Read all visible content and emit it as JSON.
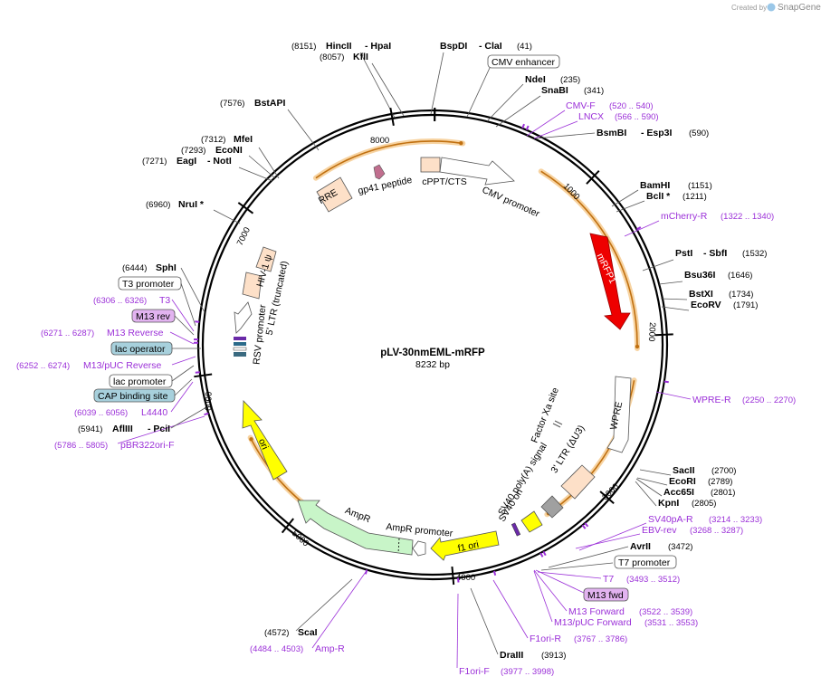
{
  "branding": {
    "created_by": "Created by",
    "app": "SnapGene"
  },
  "plasmid": {
    "name": "pLV-30nmEML-mRFP",
    "size": "8232 bp"
  },
  "ticks": [
    "1000",
    "2000",
    "3000",
    "4000",
    "5000",
    "6000",
    "7000",
    "8000"
  ],
  "features": {
    "rre": "RRE",
    "gp41": "gp41 peptide",
    "cppt": "cPPT/CTS",
    "cmv_promoter": "CMV promoter",
    "mrfp1": "mRFP1",
    "wpre": "WPRE",
    "factor_xa": "Factor Xa site",
    "ltr3": "3' LTR (ΔU3)",
    "sv40_polya": "SV40 poly(A) signal",
    "sv40_ori": "SV40 ori",
    "f1_ori": "f1 ori",
    "ampr_promoter": "AmpR promoter",
    "ampr": "AmpR",
    "ori": "ori",
    "rsv_promoter": "RSV promoter",
    "ltr5": "5' LTR (truncated)",
    "hiv_psi": "HIV-1 ψ"
  },
  "labels": {
    "hincii": {
      "name": "HincII",
      "pos": "(8151)"
    },
    "hpai": {
      "name": "- HpaI"
    },
    "kfli": {
      "name": "KflI",
      "pos": "(8057)"
    },
    "bspdi": {
      "name": "BspDI"
    },
    "clai": {
      "name": "- ClaI",
      "pos": "(41)"
    },
    "cmv_enhancer": {
      "name": "CMV enhancer"
    },
    "ndei": {
      "name": "NdeI",
      "pos": "(235)"
    },
    "snabi": {
      "name": "SnaBI",
      "pos": "(341)"
    },
    "cmv_f": {
      "name": "CMV-F",
      "pos": "(520 .. 540)"
    },
    "lncx": {
      "name": "LNCX",
      "pos": "(566 .. 590)"
    },
    "bsmbi": {
      "name": "BsmBI"
    },
    "esp3i": {
      "name": "- Esp3I",
      "pos": "(590)"
    },
    "bamhi": {
      "name": "BamHI",
      "pos": "(1151)"
    },
    "bcli": {
      "name": "BclI *",
      "pos": "(1211)"
    },
    "mcherry_r": {
      "name": "mCherry-R",
      "pos": "(1322 .. 1340)"
    },
    "psti": {
      "name": "PstI"
    },
    "sbfi": {
      "name": "- SbfI",
      "pos": "(1532)"
    },
    "bsu36i": {
      "name": "Bsu36I",
      "pos": "(1646)"
    },
    "bstxi": {
      "name": "BstXI",
      "pos": "(1734)"
    },
    "ecorv": {
      "name": "EcoRV",
      "pos": "(1791)"
    },
    "wpre_r": {
      "name": "WPRE-R",
      "pos": "(2250 .. 2270)"
    },
    "sacii": {
      "name": "SacII",
      "pos": "(2700)"
    },
    "ecori": {
      "name": "EcoRI",
      "pos": "(2789)"
    },
    "acc65i": {
      "name": "Acc65I",
      "pos": "(2801)"
    },
    "kpni": {
      "name": "KpnI",
      "pos": "(2805)"
    },
    "sv40pa_r": {
      "name": "SV40pA-R",
      "pos": "(3214 .. 3233)"
    },
    "ebv_rev": {
      "name": "EBV-rev",
      "pos": "(3268 .. 3287)"
    },
    "avrii": {
      "name": "AvrII",
      "pos": "(3472)"
    },
    "t7_promoter": {
      "name": "T7 promoter"
    },
    "t7": {
      "name": "T7",
      "pos": "(3493 .. 3512)"
    },
    "m13_fwd": {
      "name": "M13 fwd"
    },
    "m13_forward": {
      "name": "M13 Forward",
      "pos": "(3522 .. 3539)"
    },
    "m13puc_forward": {
      "name": "M13/pUC Forward",
      "pos": "(3531 .. 3553)"
    },
    "f1ori_r": {
      "name": "F1ori-R",
      "pos": "(3767 .. 3786)"
    },
    "draiii": {
      "name": "DraIII",
      "pos": "(3913)"
    },
    "f1ori_f": {
      "name": "F1ori-F",
      "pos": "(3977 .. 3998)"
    },
    "scai": {
      "name": "ScaI",
      "pos": "(4572)"
    },
    "amp_r": {
      "name": "Amp-R",
      "pos": "(4484 .. 4503)"
    },
    "pbr322ori_f": {
      "name": "pBR322ori-F",
      "pos": "(5786 .. 5805)"
    },
    "afliii": {
      "name": "AflIII",
      "pos": "(5941)"
    },
    "pcii": {
      "name": "- PciI"
    },
    "l4440": {
      "name": "L4440",
      "pos": "(6039 .. 6056)"
    },
    "cap_site": {
      "name": "CAP binding site"
    },
    "lac_promoter": {
      "name": "lac promoter"
    },
    "m13puc_reverse": {
      "name": "M13/pUC Reverse",
      "pos": "(6252 .. 6274)"
    },
    "lac_operator": {
      "name": "lac operator"
    },
    "m13_reverse": {
      "name": "M13 Reverse",
      "pos": "(6271 .. 6287)"
    },
    "m13_rev": {
      "name": "M13 rev"
    },
    "t3": {
      "name": "T3",
      "pos": "(6306 .. 6326)"
    },
    "t3_promoter": {
      "name": "T3 promoter"
    },
    "sphi": {
      "name": "SphI",
      "pos": "(6444)"
    },
    "nrui": {
      "name": "NruI *",
      "pos": "(6960)"
    },
    "eagi": {
      "name": "EagI"
    },
    "noti": {
      "name": "- NotI",
      "pos": "(7271)"
    },
    "econi": {
      "name": "EcoNI",
      "pos": "(7293)"
    },
    "mfei": {
      "name": "MfeI",
      "pos": "(7312)"
    },
    "bstapi": {
      "name": "BstAPI",
      "pos": "(7576)"
    }
  },
  "colors": {
    "primer": "#9b30d8",
    "mrfp1": "#ee0000",
    "yellow": "#ffff00",
    "promoter_green": "#c8f5c8",
    "ltr_peach": "#fde0c8",
    "orange_arc": "#f5a623",
    "box_teal": "#a7d0dc",
    "box_purple": "#e2b3f0",
    "sv40_gray": "#a0a0a0"
  }
}
